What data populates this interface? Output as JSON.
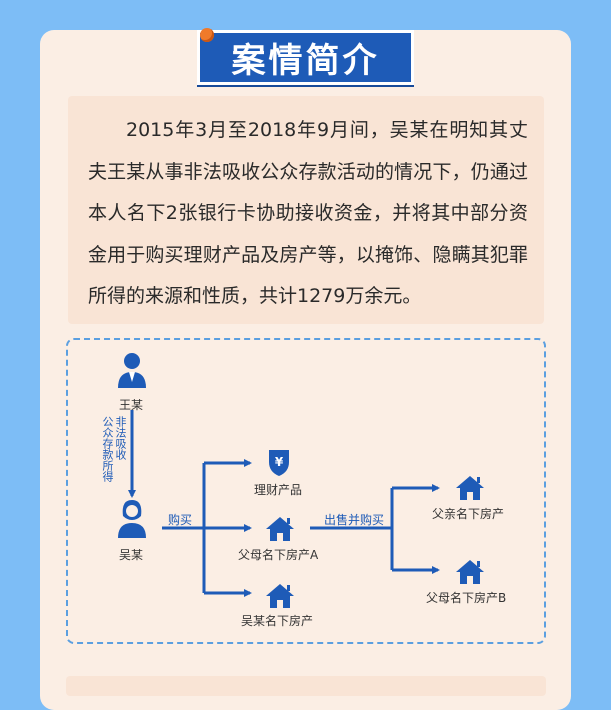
{
  "title": "案情简介",
  "paragraph": "2015年3月至2018年9月间，吴某在明知其丈夫王某从事非法吸收公众存款活动的情况下，仍通过本人名下2张银行卡协助接收资金，并将其中部分资金用于购买理财产品及房产等，以掩饰、隐瞒其犯罪所得的来源和性质，共计1279万余元。",
  "diagram": {
    "wang": "王某",
    "wu": "吴某",
    "edge_wang_wu_col1": "非法吸收",
    "edge_wang_wu_col2": "公众存款所得",
    "edge_buy": "购买",
    "edge_sell": "出售并购买",
    "wealth": "理财产品",
    "parents_a": "父母名下房产A",
    "wu_house": "吴某名下房产",
    "father_house": "父亲名下房产",
    "parents_b": "父母名下房产B"
  },
  "colors": {
    "primary": "#1e5bb7",
    "card": "#fbeee4",
    "bg": "#7dbdf6"
  },
  "icons": [
    "person-icon",
    "person-female-icon",
    "shield-yuan-icon",
    "house-icon"
  ]
}
